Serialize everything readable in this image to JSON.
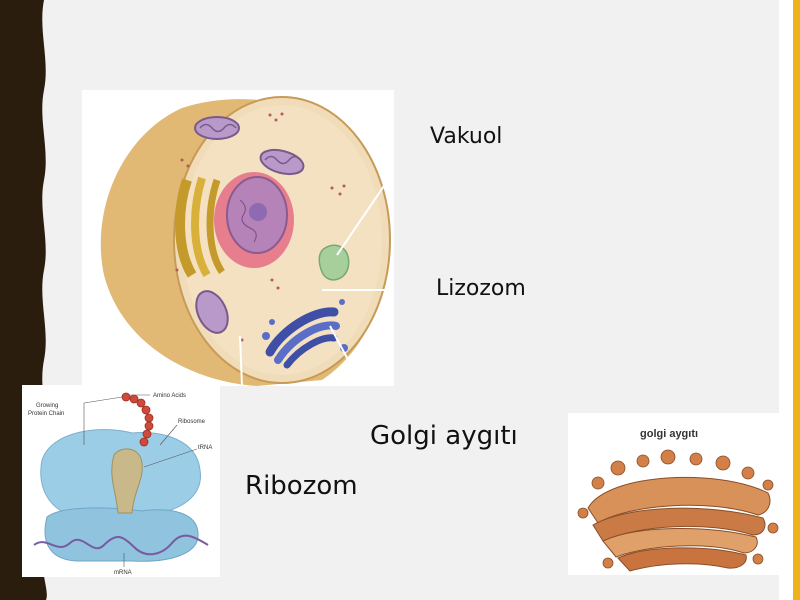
{
  "labels": {
    "vacuole": "Vakuol",
    "lysosome": "Lizozom",
    "golgi": "Golgi aygıtı",
    "ribosome": "Ribozom"
  },
  "ribosome_figure": {
    "amino_acids": "Amino Acids",
    "growing_chain_line1": "Growing",
    "growing_chain_line2": "Protein Chain",
    "ribosome": "Ribosome",
    "trna": "tRNA",
    "mrna": "mRNA"
  },
  "golgi_figure": {
    "title": "golgi aygıtı"
  },
  "colors": {
    "background": "#f1f1f1",
    "left_strip": "#2b1d0e",
    "accent_stripe": "#f0b21a"
  }
}
